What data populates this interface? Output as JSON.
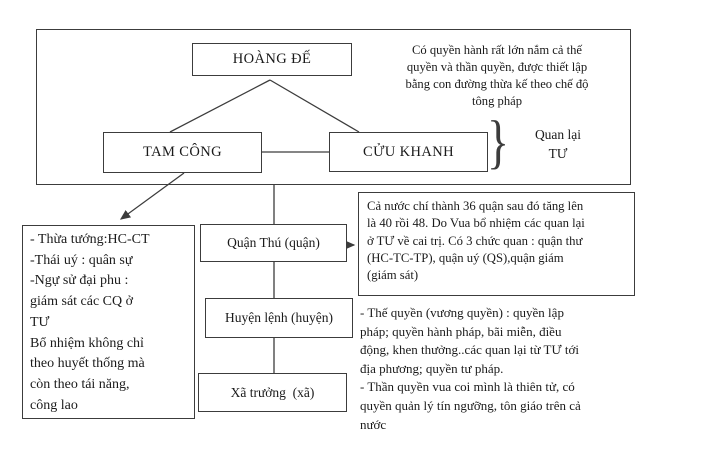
{
  "diagram": {
    "emperor": {
      "label": "HOÀNG ĐẾ"
    },
    "emperor_note": "Có quyền hành rất lớn nắm cả thế\nquyền và thần quyền, được thiết lập\nbằng con đường thừa kế theo chế độ\ntông pháp",
    "tam_cong": {
      "label": "TAM CÔNG"
    },
    "cuu_khanh": {
      "label": "CỬU KHANH"
    },
    "brace_glyph": "}",
    "brace_label": "Quan lại\nTƯ",
    "tam_cong_note": "- Thừa tướng:HC-CT\n-Thái uý : quân sự\n-Ngự sử đại phu :\ngiám sát các CQ ở\nTƯ\nBổ nhiệm không chỉ\ntheo huyết thống mà\ncòn theo tái năng,\ncông lao",
    "levels": [
      {
        "label": "Quận Thú (quận)"
      },
      {
        "label": "Huyện lệnh (huyện)"
      },
      {
        "label": "Xã trưởng  (xã)"
      }
    ],
    "quan_note": "Cả nước chí thành 36 quận sau đó tăng lên\nlà 40 rồi 48. Do Vua bổ nhiệm các quan lại\nở TƯ về cai trị. Có 3 chức quan : quận thư\n(HC-TC-TP), quận uý (QS),quận giám\n(giám sát)",
    "powers_note": "- Thế quyền (vương quyền) : quyền lập\npháp; quyền hành pháp, bãi miễn, điều\nđộng, khen thưởng..các quan lại từ TƯ tới\nđịa phương; quyền tư pháp.\n- Thần quyền vua coi mình là thiên tử, có\nquyền quản lý tín ngưỡng, tôn giáo trên cả\nnước",
    "colors": {
      "border": "#3c3c3c",
      "text": "#1a1a1a",
      "background": "#ffffff"
    }
  }
}
